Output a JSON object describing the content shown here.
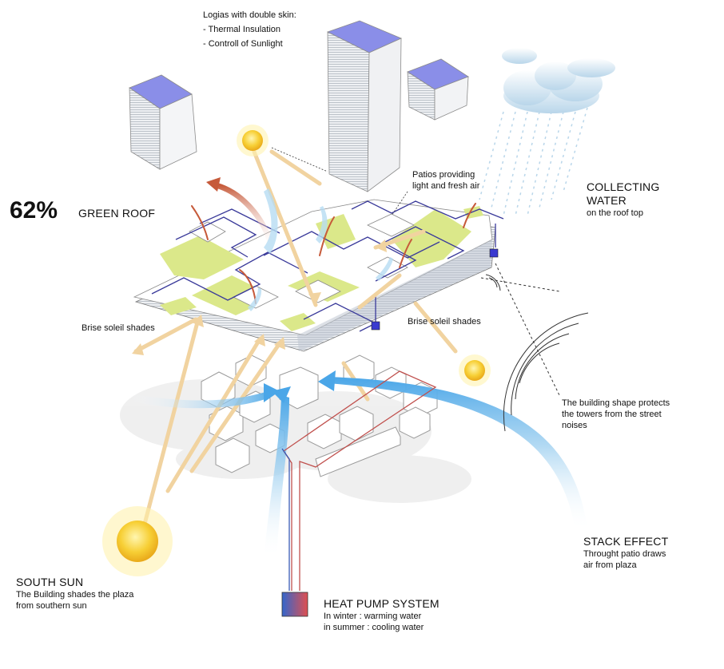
{
  "logias": {
    "title": "Logias with double skin:",
    "items": [
      "- Thermal Insulation",
      "- Controll of Sunlight"
    ]
  },
  "patios": {
    "lines": [
      "Patios providing",
      "light and fresh air"
    ]
  },
  "collecting_water": {
    "title_lines": [
      "COLLECTING",
      "WATER"
    ],
    "subtitle": "on the roof top"
  },
  "green_roof": {
    "percent": "62%",
    "label": "GREEN ROOF"
  },
  "brise_left": "Brise soleil shades",
  "brise_right": "Brise soleil shades",
  "noise": {
    "lines": [
      "The building shape protects",
      "the towers from the street",
      "noises"
    ]
  },
  "stack_effect": {
    "title": "STACK EFFECT",
    "lines": [
      "Throught patio draws",
      "air from plaza"
    ]
  },
  "south_sun": {
    "title": "SOUTH SUN",
    "lines": [
      "The Building shades the plaza",
      "from southern sun"
    ]
  },
  "heat_pump": {
    "title": "HEAT PUMP SYSTEM",
    "lines": [
      "In winter : warming water",
      "in summer : cooling water"
    ]
  },
  "colors": {
    "green_roof": "#dbe88a",
    "pipe_blue": "#3a3a9a",
    "pipe_red": "#c0504d",
    "sun_arrow": "#f1d3a0",
    "hot_arrow": "#c65a3a",
    "air_arrow": "#8fc6ec",
    "sun": "#f7c72a"
  }
}
